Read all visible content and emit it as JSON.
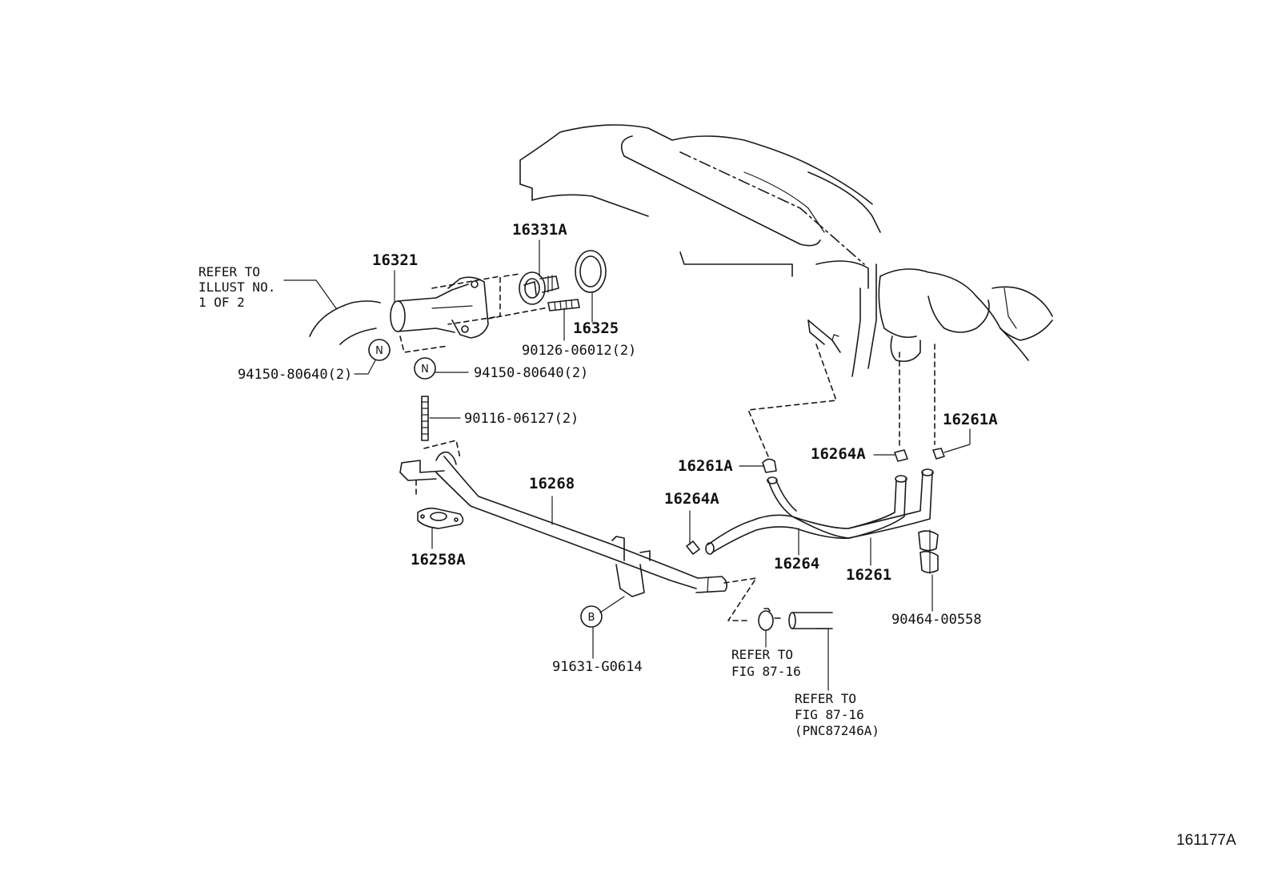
{
  "labels": {
    "p16331A": "16331A",
    "p16321": "16321",
    "p16325": "16325",
    "p90126": "90126-06012(2)",
    "p94150a": "94150-80640(2)",
    "p94150b": "94150-80640(2)",
    "p90116": "90116-06127(2)",
    "p16268": "16268",
    "p16258A": "16258A",
    "p91631": "91631-G0614",
    "p16261A_mid": "16261A",
    "p16264A_mid": "16264A",
    "p16264A_low": "16264A",
    "p16261A_right": "16261A",
    "p16264": "16264",
    "p16261": "16261",
    "p90464": "90464-00558"
  },
  "refer_illust": [
    "REFER TO",
    "ILLUST NO.",
    "1 OF 2"
  ],
  "refer_fig1": [
    "REFER TO",
    "FIG 87-16"
  ],
  "refer_fig2": [
    "REFER TO",
    "FIG 87-16",
    "(PNC87246A)"
  ],
  "circle_marks": {
    "n1": "N",
    "n2": "N",
    "b": "B"
  },
  "diagram_code": "161177A"
}
